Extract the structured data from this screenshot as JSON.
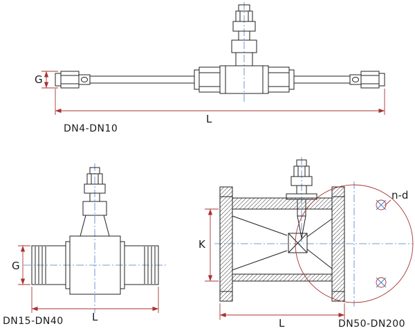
{
  "colors": {
    "background": "#ffffff",
    "part_line": "#1f1f1f",
    "dimension_line": "#a83232",
    "centerline": "#4a7bc8",
    "label_text": "#1a1a1a"
  },
  "views": {
    "top": {
      "caption": "DN4-DN10",
      "dim_g": "G",
      "dim_l": "L"
    },
    "bottom_left": {
      "caption": "DN15-DN40",
      "dim_g": "G",
      "dim_l": "L"
    },
    "bottom_right": {
      "caption": "DN50-DN200",
      "dim_k": "K",
      "dim_l": "L",
      "dim_nd": "n-d"
    }
  }
}
